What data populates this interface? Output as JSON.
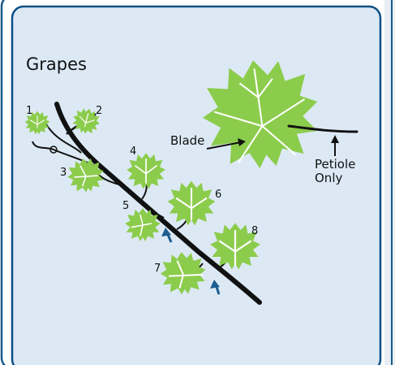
{
  "title": "Grapes",
  "leaf_numbers": [
    "1",
    "2",
    "3",
    "4",
    "5",
    "6",
    "7",
    "8"
  ],
  "blade_label": "Blade",
  "petiole_label": [
    "Petiole",
    "Only"
  ],
  "colors": {
    "frame_border": "#1a5a8a",
    "panel_fill": "#dce9f5",
    "panel_border": "#0e4f86",
    "leaf": "#8ccc4c",
    "leaf_shade": "#6eb534",
    "leaf_vein": "#ffffff",
    "stem": "#111111",
    "arrow_blue": "#1d5d8f"
  }
}
